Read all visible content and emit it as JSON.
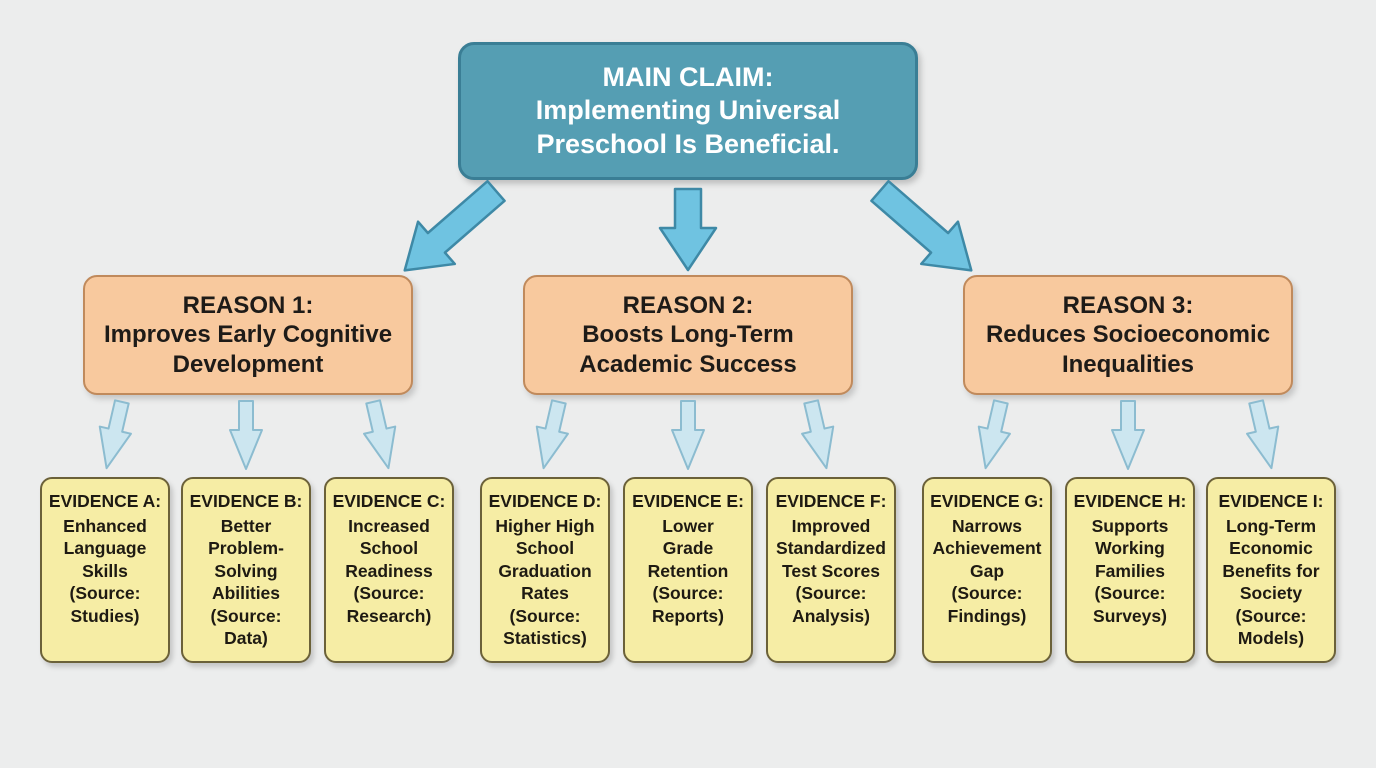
{
  "diagram": {
    "main_claim": {
      "title": "MAIN CLAIM:",
      "text": "Implementing Universal\nPreschool Is Beneficial."
    },
    "reasons": [
      {
        "title": "REASON 1:",
        "text": "Improves Early Cognitive\nDevelopment"
      },
      {
        "title": "REASON 2:",
        "text": "Boosts Long-Term\nAcademic Success"
      },
      {
        "title": "REASON 3:",
        "text": "Reduces Socioeconomic\nInequalities"
      }
    ],
    "evidence": [
      {
        "title": "EVIDENCE A:",
        "text": "Enhanced\nLanguage\nSkills",
        "source": "(Source:\nStudies)"
      },
      {
        "title": "EVIDENCE B:",
        "text": "Better\nProblem-\nSolving\nAbilities",
        "source": "(Source:\nData)"
      },
      {
        "title": "EVIDENCE C:",
        "text": "Increased\nSchool\nReadiness",
        "source": "(Source:\nResearch)"
      },
      {
        "title": "EVIDENCE D:",
        "text": "Higher High\nSchool\nGraduation\nRates",
        "source": "(Source:\nStatistics)"
      },
      {
        "title": "EVIDENCE E:",
        "text": "Lower\nGrade\nRetention",
        "source": "(Source:\nReports)"
      },
      {
        "title": "EVIDENCE F:",
        "text": "Improved\nStandardized\nTest Scores",
        "source": "(Source:\nAnalysis)"
      },
      {
        "title": "EVIDENCE G:",
        "text": "Narrows\nAchievement\nGap",
        "source": "(Source:\nFindings)"
      },
      {
        "title": "EVIDENCE H:",
        "text": "Supports\nWorking\nFamilies",
        "source": "(Source:\nSurveys)"
      },
      {
        "title": "EVIDENCE I:",
        "text": "Long-Term\nEconomic\nBenefits for\nSociety",
        "source": "(Source:\nModels)"
      }
    ],
    "colors": {
      "background": "#ECEDED",
      "claim_fill": "#559EB3",
      "claim_border": "#3A7E95",
      "reason_fill": "#F8C99E",
      "reason_border": "#C08A5C",
      "evidence_fill": "#F6EDA5",
      "evidence_border": "#6B6139",
      "big_arrow_fill": "#6FC3E1",
      "big_arrow_stroke": "#3E89A6",
      "small_arrow_fill": "#CCE6F0",
      "small_arrow_stroke": "#8CBCD0"
    }
  }
}
